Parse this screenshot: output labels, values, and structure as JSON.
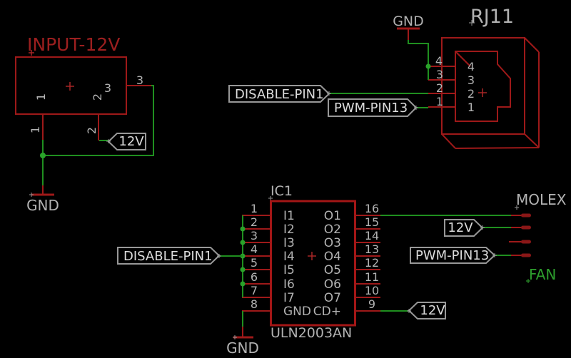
{
  "colors": {
    "background": "#000000",
    "symbol_red": "#9e1919",
    "net_green": "#1f8f1f",
    "label_gray": "#b2b2b2",
    "tag_text": "#dcdcdc",
    "fan_green": "#2d9e2d"
  },
  "power_input": {
    "designator": "INPUT-12V",
    "inside_pin_names": [
      "1",
      "2",
      "3"
    ],
    "outside_pin_numbers": [
      "1",
      "2",
      "3"
    ],
    "net_tag": "12V",
    "ground_label": "GND"
  },
  "rj11": {
    "designator": "RJ11",
    "ground_label": "GND",
    "outside_pin_numbers": [
      "4",
      "3",
      "2",
      "1"
    ],
    "inside_pin_names": [
      "4",
      "3",
      "2",
      "1"
    ],
    "disable_tag": "DISABLE-PIN1",
    "pwm_tag": "PWM-PIN13"
  },
  "ic1": {
    "designator": "IC1",
    "part_value": "ULN2003AN",
    "left_pin_numbers": [
      "1",
      "2",
      "3",
      "4",
      "5",
      "6",
      "7",
      "8"
    ],
    "left_pin_names": [
      "I1",
      "I2",
      "I3",
      "I4",
      "I5",
      "I6",
      "I7",
      "GND"
    ],
    "right_pin_numbers": [
      "16",
      "15",
      "14",
      "13",
      "12",
      "11",
      "10",
      "9"
    ],
    "right_pin_names": [
      "O1",
      "O2",
      "O3",
      "O4",
      "O5",
      "O6",
      "O7",
      "CD+"
    ],
    "disable_tag": "DISABLE-PIN1",
    "supply_tag": "12V",
    "ground_label": "GND"
  },
  "fan_header": {
    "designator": "MOLEX",
    "net_label": "FAN",
    "supply_tag": "12V",
    "pwm_tag": "PWM-PIN13"
  }
}
